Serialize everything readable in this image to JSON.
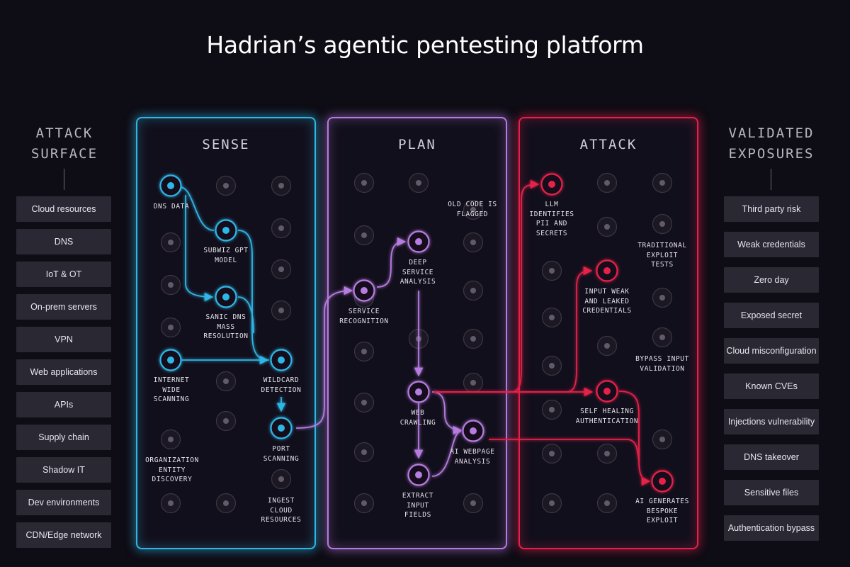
{
  "title": "Hadrian’s agentic pentesting platform",
  "left": {
    "heading_line1": "ATTACK",
    "heading_line2": "SURFACE",
    "items": [
      "Cloud resources",
      "DNS",
      "IoT & OT",
      "On-prem servers",
      "VPN",
      "Web applications",
      "APIs",
      "Supply chain",
      "Shadow IT",
      "Dev environments",
      "CDN/Edge network"
    ]
  },
  "right": {
    "heading_line1": "VALIDATED",
    "heading_line2": "EXPOSURES",
    "items": [
      "Third party risk",
      "Weak credentials",
      "Zero day",
      "Exposed secret",
      "Cloud misconfiguration",
      "Known CVEs",
      "Injections vulnerability",
      "DNS takeover",
      "Sensitive files",
      "Authentication bypass"
    ]
  },
  "panels": {
    "sense": "SENSE",
    "plan": "PLAN",
    "attack": "ATTACK"
  },
  "colors": {
    "sense": "#2fb6e6",
    "plan": "#b67be0",
    "attack": "#e6204a"
  },
  "nodes": {
    "dns_data": "DNS DATA",
    "subwiz": "SUBWIZ GPT\nMODEL",
    "sanic": "SANIC DNS\nMASS\nRESOLUTION",
    "internet": "INTERNET\nWIDE\nSCANNING",
    "wildcard": "WILDCARD\nDETECTION",
    "port": "PORT\nSCANNING",
    "org": "ORGANIZATION\nENTITY\nDISCOVERY",
    "ingest": "INGEST\nCLOUD\nRESOURCES",
    "old_code": "OLD CODE IS\nFLAGGED",
    "service": "SERVICE\nRECOGNITION",
    "deep": "DEEP\nSERVICE\nANALYSIS",
    "web": "WEB\nCRAWLING",
    "ai_web": "AI WEBPAGE\nANALYSIS",
    "extract": "EXTRACT\nINPUT\nFIELDS",
    "llm": "LLM\nIDENTIFIES\nPII AND\nSECRETS",
    "traditional": "TRADITIONAL\nEXPLOIT\nTESTS",
    "input_weak": "INPUT WEAK\nAND LEAKED\nCREDENTIALS",
    "bypass": "BYPASS INPUT\nVALIDATION",
    "self_heal": "SELF HEALING\nAUTHENTICATION",
    "ai_gen": "AI GENERATES\nBESPOKE\nEXPLOIT"
  }
}
